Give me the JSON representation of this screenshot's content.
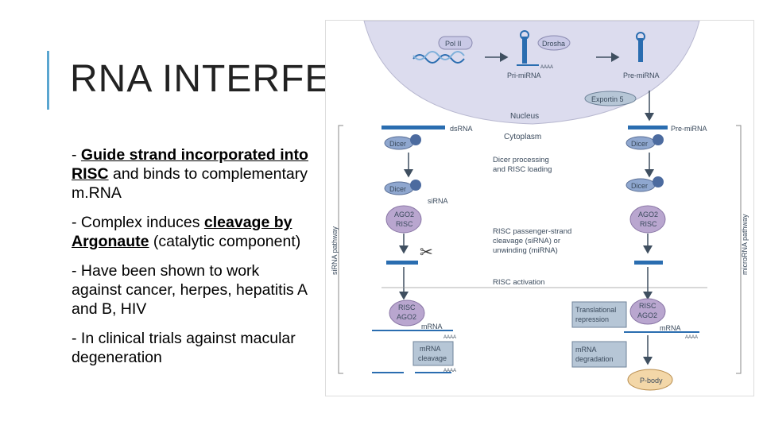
{
  "slide": {
    "title": "RNA INTERFE",
    "bullets": [
      {
        "pre": "- ",
        "em": "Guide strand incorporated into RISC",
        "post": " and binds to complementary m.RNA"
      },
      {
        "pre": "- Complex induces ",
        "em": "cleavage by Argonaute",
        "post": " (catalytic component)"
      },
      {
        "pre": "- Have been shown to work against cancer, herpes, hepatitis A and B, HIV",
        "em": "",
        "post": ""
      },
      {
        "pre": "- In clinical trials against macular degeneration",
        "em": "",
        "post": ""
      }
    ]
  },
  "diagram": {
    "pol2": "Pol II",
    "drosha": "Drosha",
    "aaaa": "AAAA",
    "pri_mirna": "Pri-miRNA",
    "pre_mirna": "Pre-miRNA",
    "exportin": "Exportin 5",
    "nucleus": "Nucleus",
    "cytoplasm": "Cytoplasm",
    "dsrna": "dsRNA",
    "pre_mirna2": "Pre-miRNA",
    "dicer": "Dicer",
    "dicer_processing_1": "Dicer processing",
    "dicer_processing_2": "and RISC loading",
    "sirna": "siRNA",
    "ago2": "AGO2",
    "risc": "RISC",
    "passenger_1": "RISC passenger-strand",
    "passenger_2": "cleavage (siRNA) or",
    "passenger_3": "unwinding (miRNA)",
    "risc_activation": "RISC activation",
    "sirna_pathway": "siRNA pathway",
    "microrna_pathway": "microRNA pathway",
    "translational_1": "Translational",
    "translational_2": "repression",
    "mrna": "mRNA",
    "mrna_cleavage_1": "mRNA",
    "mrna_cleavage_2": "cleavage",
    "mrna_degradation_1": "mRNA",
    "mrna_degradation_2": "degradation",
    "pbody": "P-body",
    "colors": {
      "nucleus": "#dcdcee",
      "ago": "#b9a6cf",
      "dicer": "#8fa7cf",
      "box": "#b6c6d6",
      "arrow": "#3f4f60",
      "strand": "#2a6db0",
      "pbody": "#f3d7a8"
    }
  }
}
